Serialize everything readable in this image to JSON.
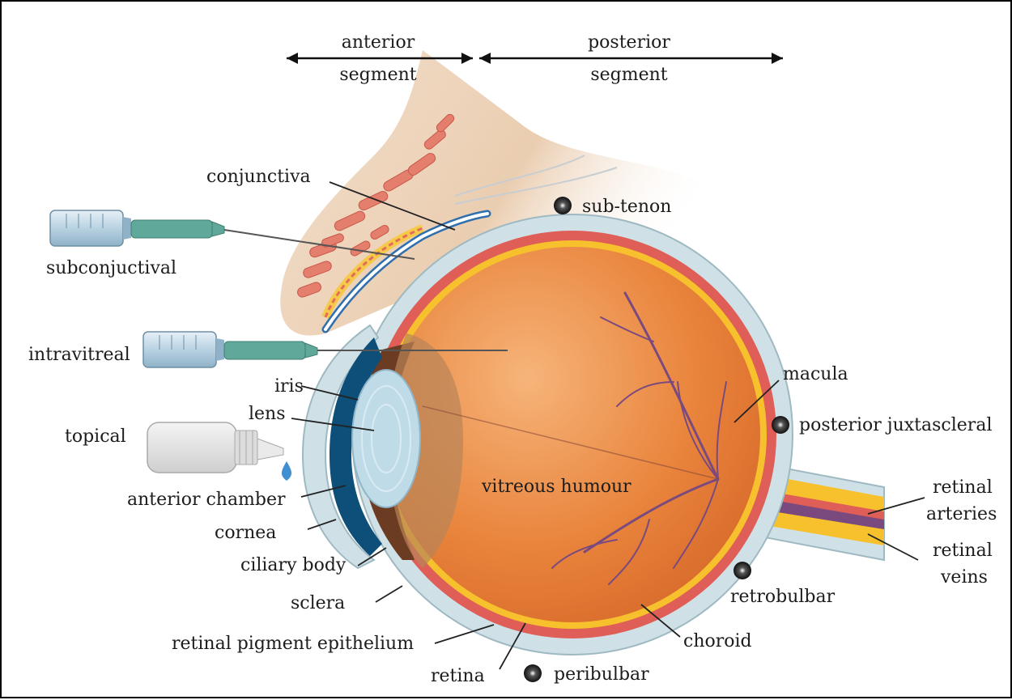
{
  "segments": {
    "anterior": [
      "anterior",
      "segment"
    ],
    "posterior": [
      "posterior",
      "segment"
    ]
  },
  "routes": {
    "sub_tenon": "sub-tenon",
    "subconjunctival": "subconjuctival",
    "intravitreal": "intravitreal",
    "topical": "topical",
    "posterior_juxtascleral": "posterior juxtascleral",
    "retrobulbar": "retrobulbar",
    "peribulbar": "peribulbar"
  },
  "anatomy": {
    "conjunctiva": "conjunctiva",
    "iris": "iris",
    "lens": "lens",
    "anterior_chamber": "anterior chamber",
    "cornea": "cornea",
    "ciliary_body": "ciliary body",
    "sclera": "sclera",
    "rpe": "retinal pigment epithelium",
    "retina": "retina",
    "vitreous": "vitreous humour",
    "macula": "macula",
    "choroid": "choroid",
    "retinal_arteries": [
      "retinal",
      "arteries"
    ],
    "retinal_veins": [
      "retinal",
      "veins"
    ]
  },
  "colors": {
    "eyeball": "#e9843c",
    "sclera": "#cfe1e6",
    "choroid": "#df5e57",
    "retina": "#f6c12d",
    "eyelid": "#e8c7a7",
    "needle_hub": "#5fa89a",
    "syringe": "#c9dce8",
    "vessel": "#7a4a7f",
    "lens": "#bfdbe8"
  }
}
